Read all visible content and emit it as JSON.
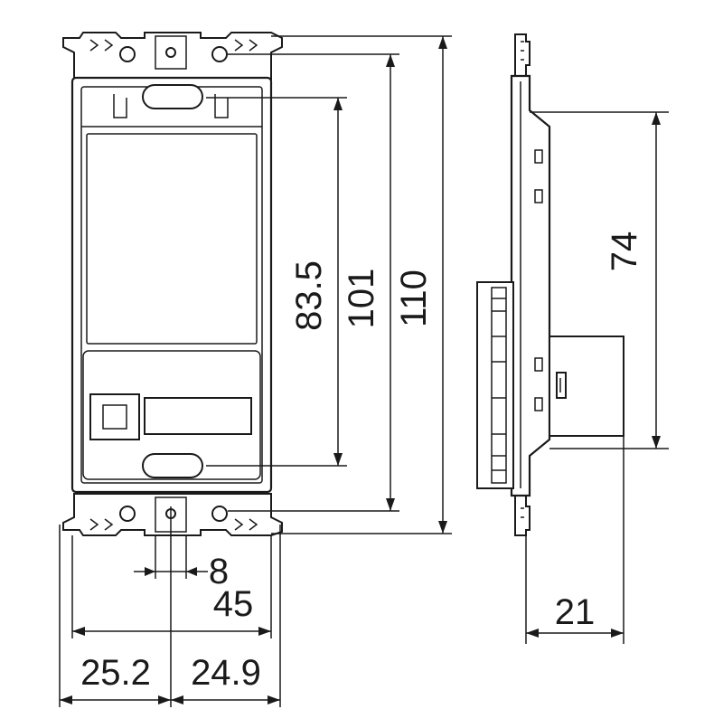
{
  "dimensions": {
    "front": {
      "height_inner": "83.5",
      "height_mid": "101",
      "height_outer": "110",
      "hole_width": "8",
      "body_width": "45",
      "left_offset": "25.2",
      "right_offset": "24.9"
    },
    "side": {
      "height": "74",
      "depth": "21"
    }
  }
}
